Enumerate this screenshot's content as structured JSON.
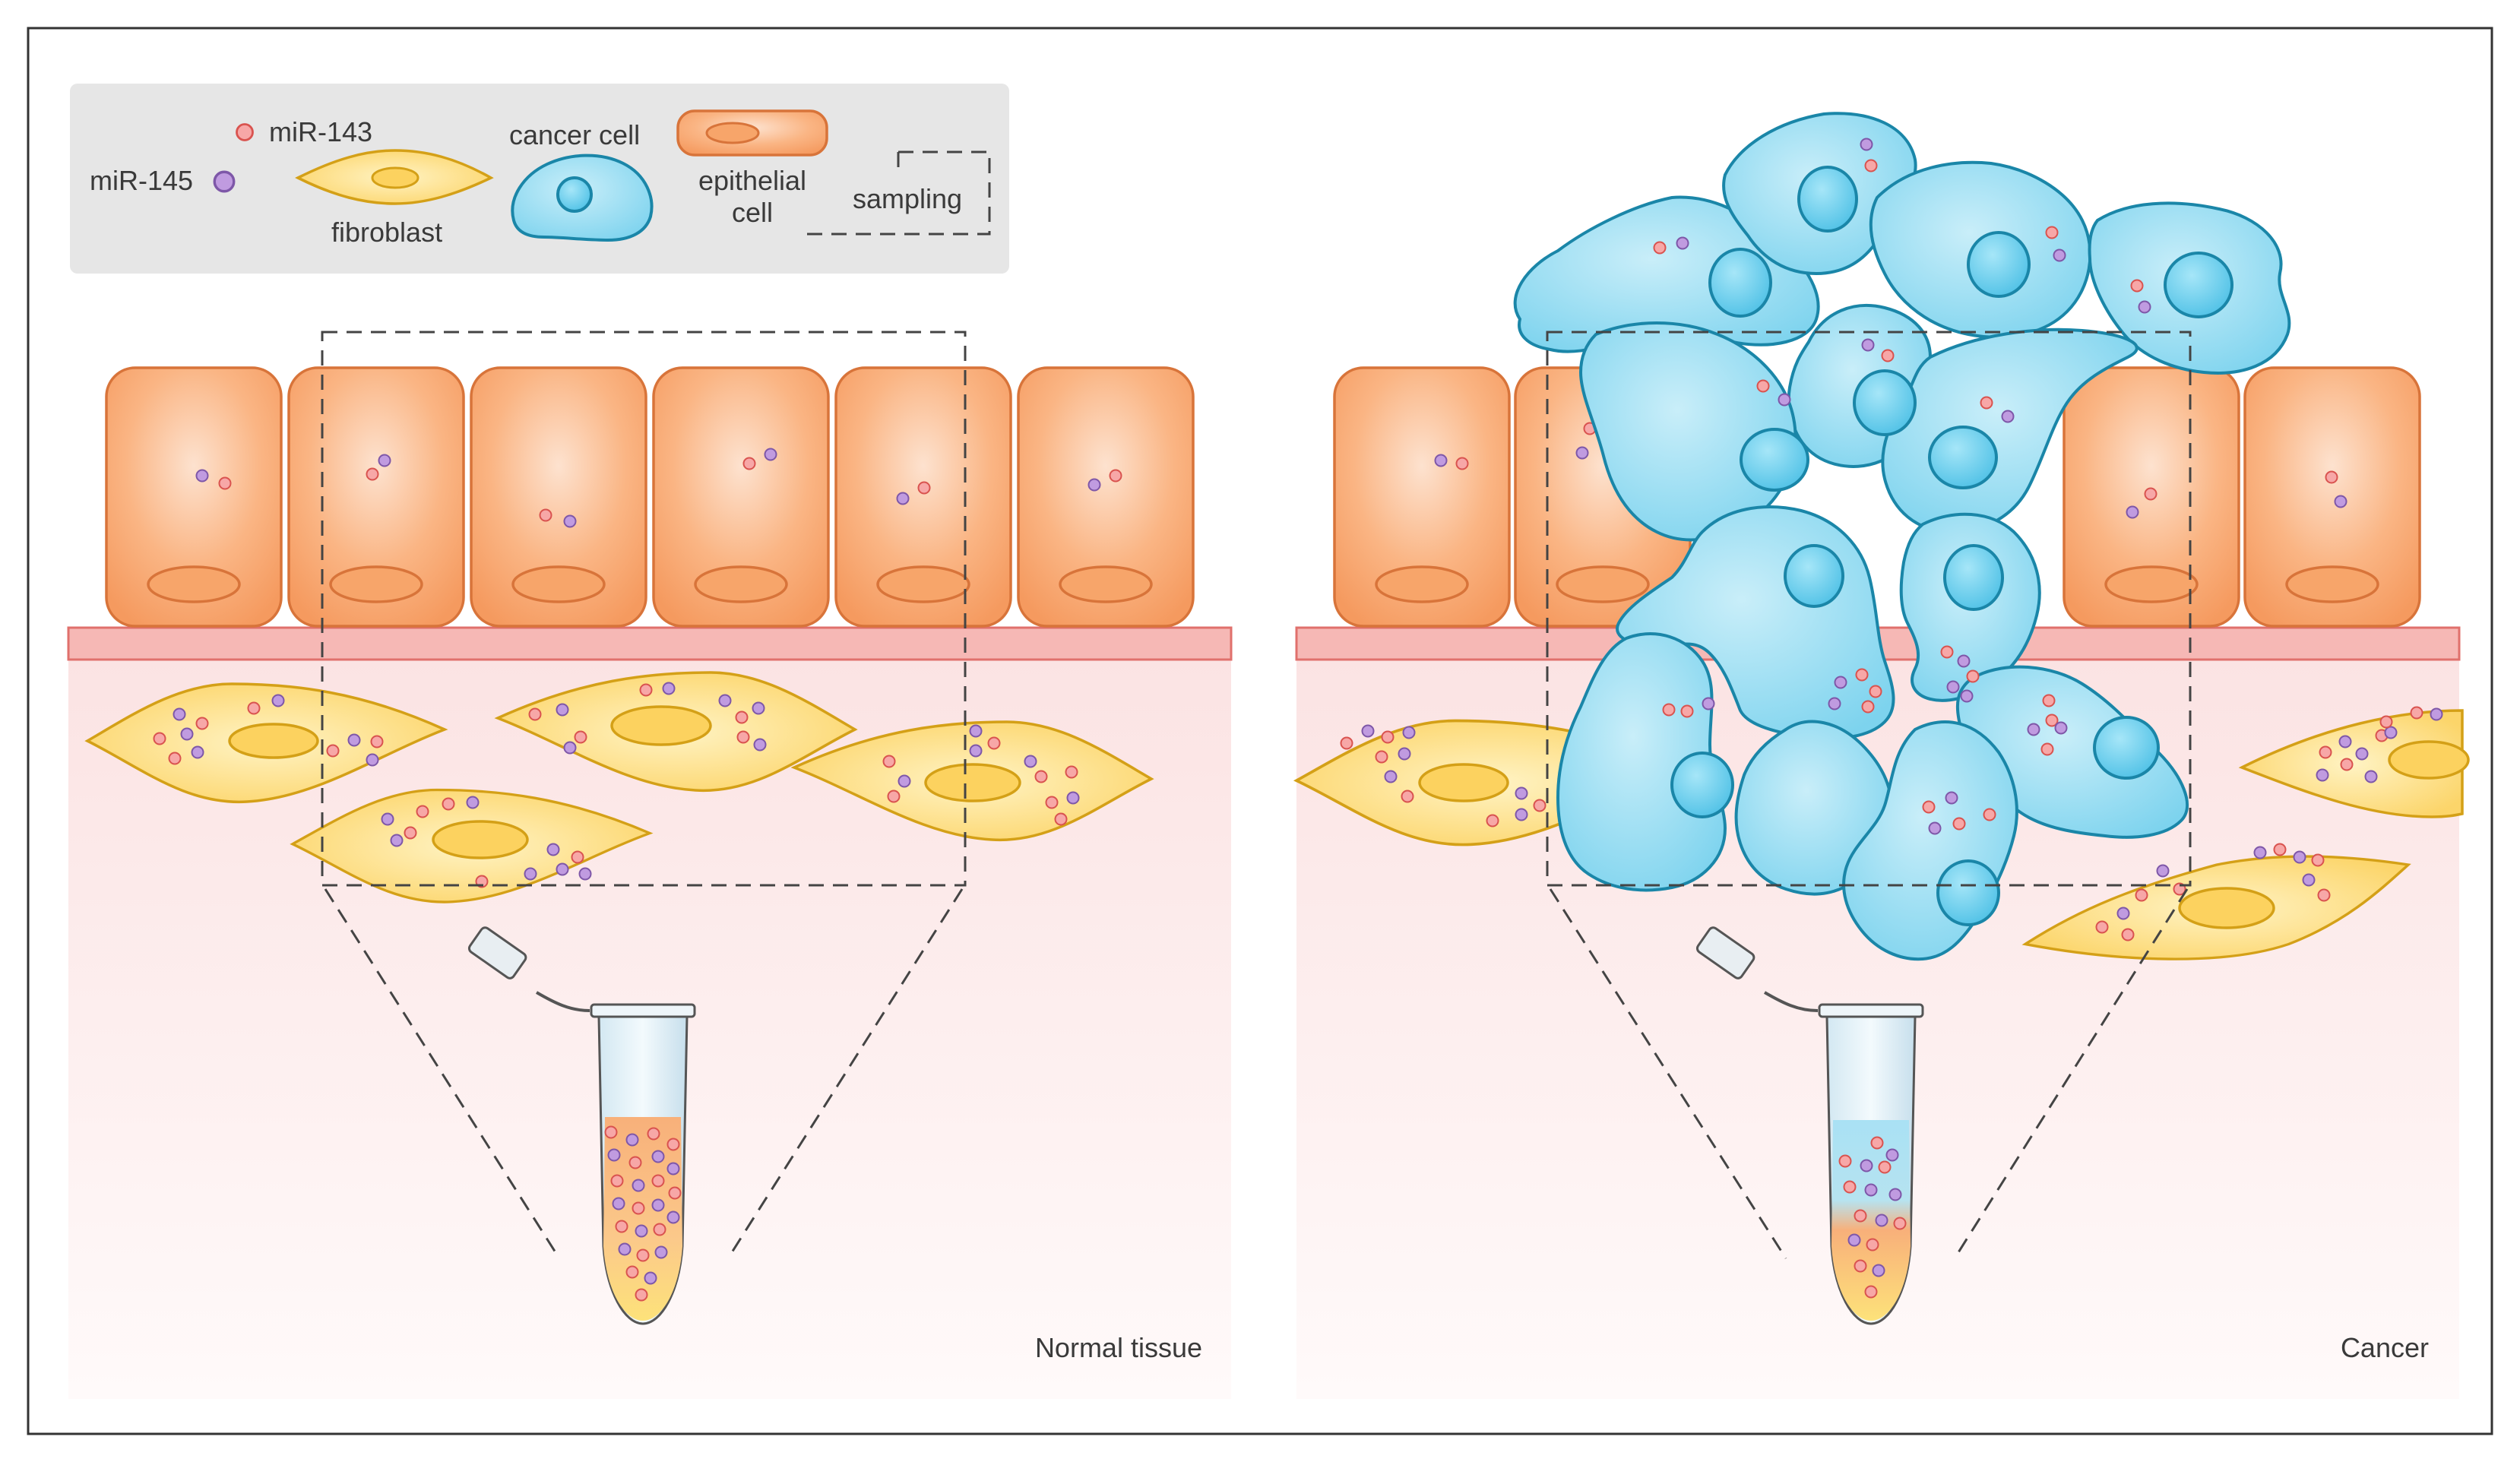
{
  "legend": {
    "mir143": "miR-143",
    "mir145": "miR-145",
    "fibroblast": "fibroblast",
    "cancer_cell": "cancer cell",
    "epithelial_line1": "epithelial",
    "epithelial_line2": "cell",
    "sampling": "sampling"
  },
  "panels": {
    "left_label": "Normal tissue",
    "right_label": "Cancer"
  },
  "colors": {
    "mir143": "#f28a8a",
    "mir145": "#a77fcf",
    "fibroblast": "#fbd96b",
    "fibroblast_stroke": "#d4a017",
    "cancer_cell": "#6fd0ef",
    "cancer_stroke": "#1a86a8",
    "epithelial": "#f7a96e",
    "epithelial_stroke": "#d8743a",
    "membrane": "#f28b8b"
  }
}
